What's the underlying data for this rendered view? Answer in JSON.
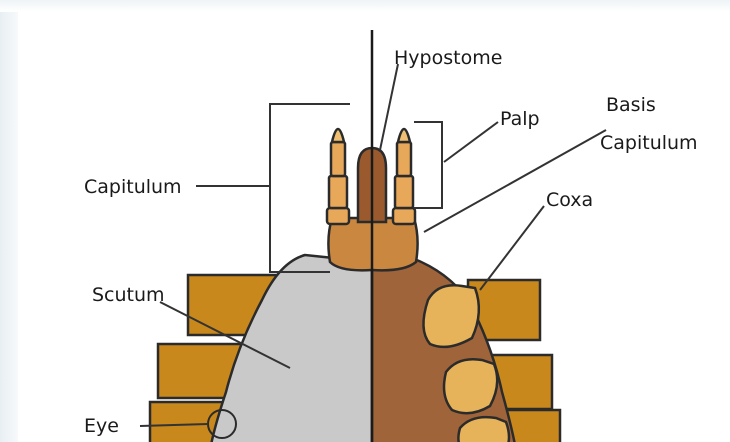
{
  "labels": {
    "hypostome": "Hypostome",
    "palp": "Palp",
    "basis_capitulum_line1": "Basis",
    "basis_capitulum_line2": "Capitulum",
    "capitulum": "Capitulum",
    "coxa": "Coxa",
    "scutum": "Scutum",
    "eye": "Eye"
  },
  "colors": {
    "scutum_gray": "#c9c9c9",
    "body_brown": "#a0643a",
    "leg_gold": "#c8881c",
    "coxa_light": "#e6b25a",
    "palp_orange": "#e7a85a",
    "capitulum_brown": "#c98740",
    "outline": "#2b2b2b"
  }
}
